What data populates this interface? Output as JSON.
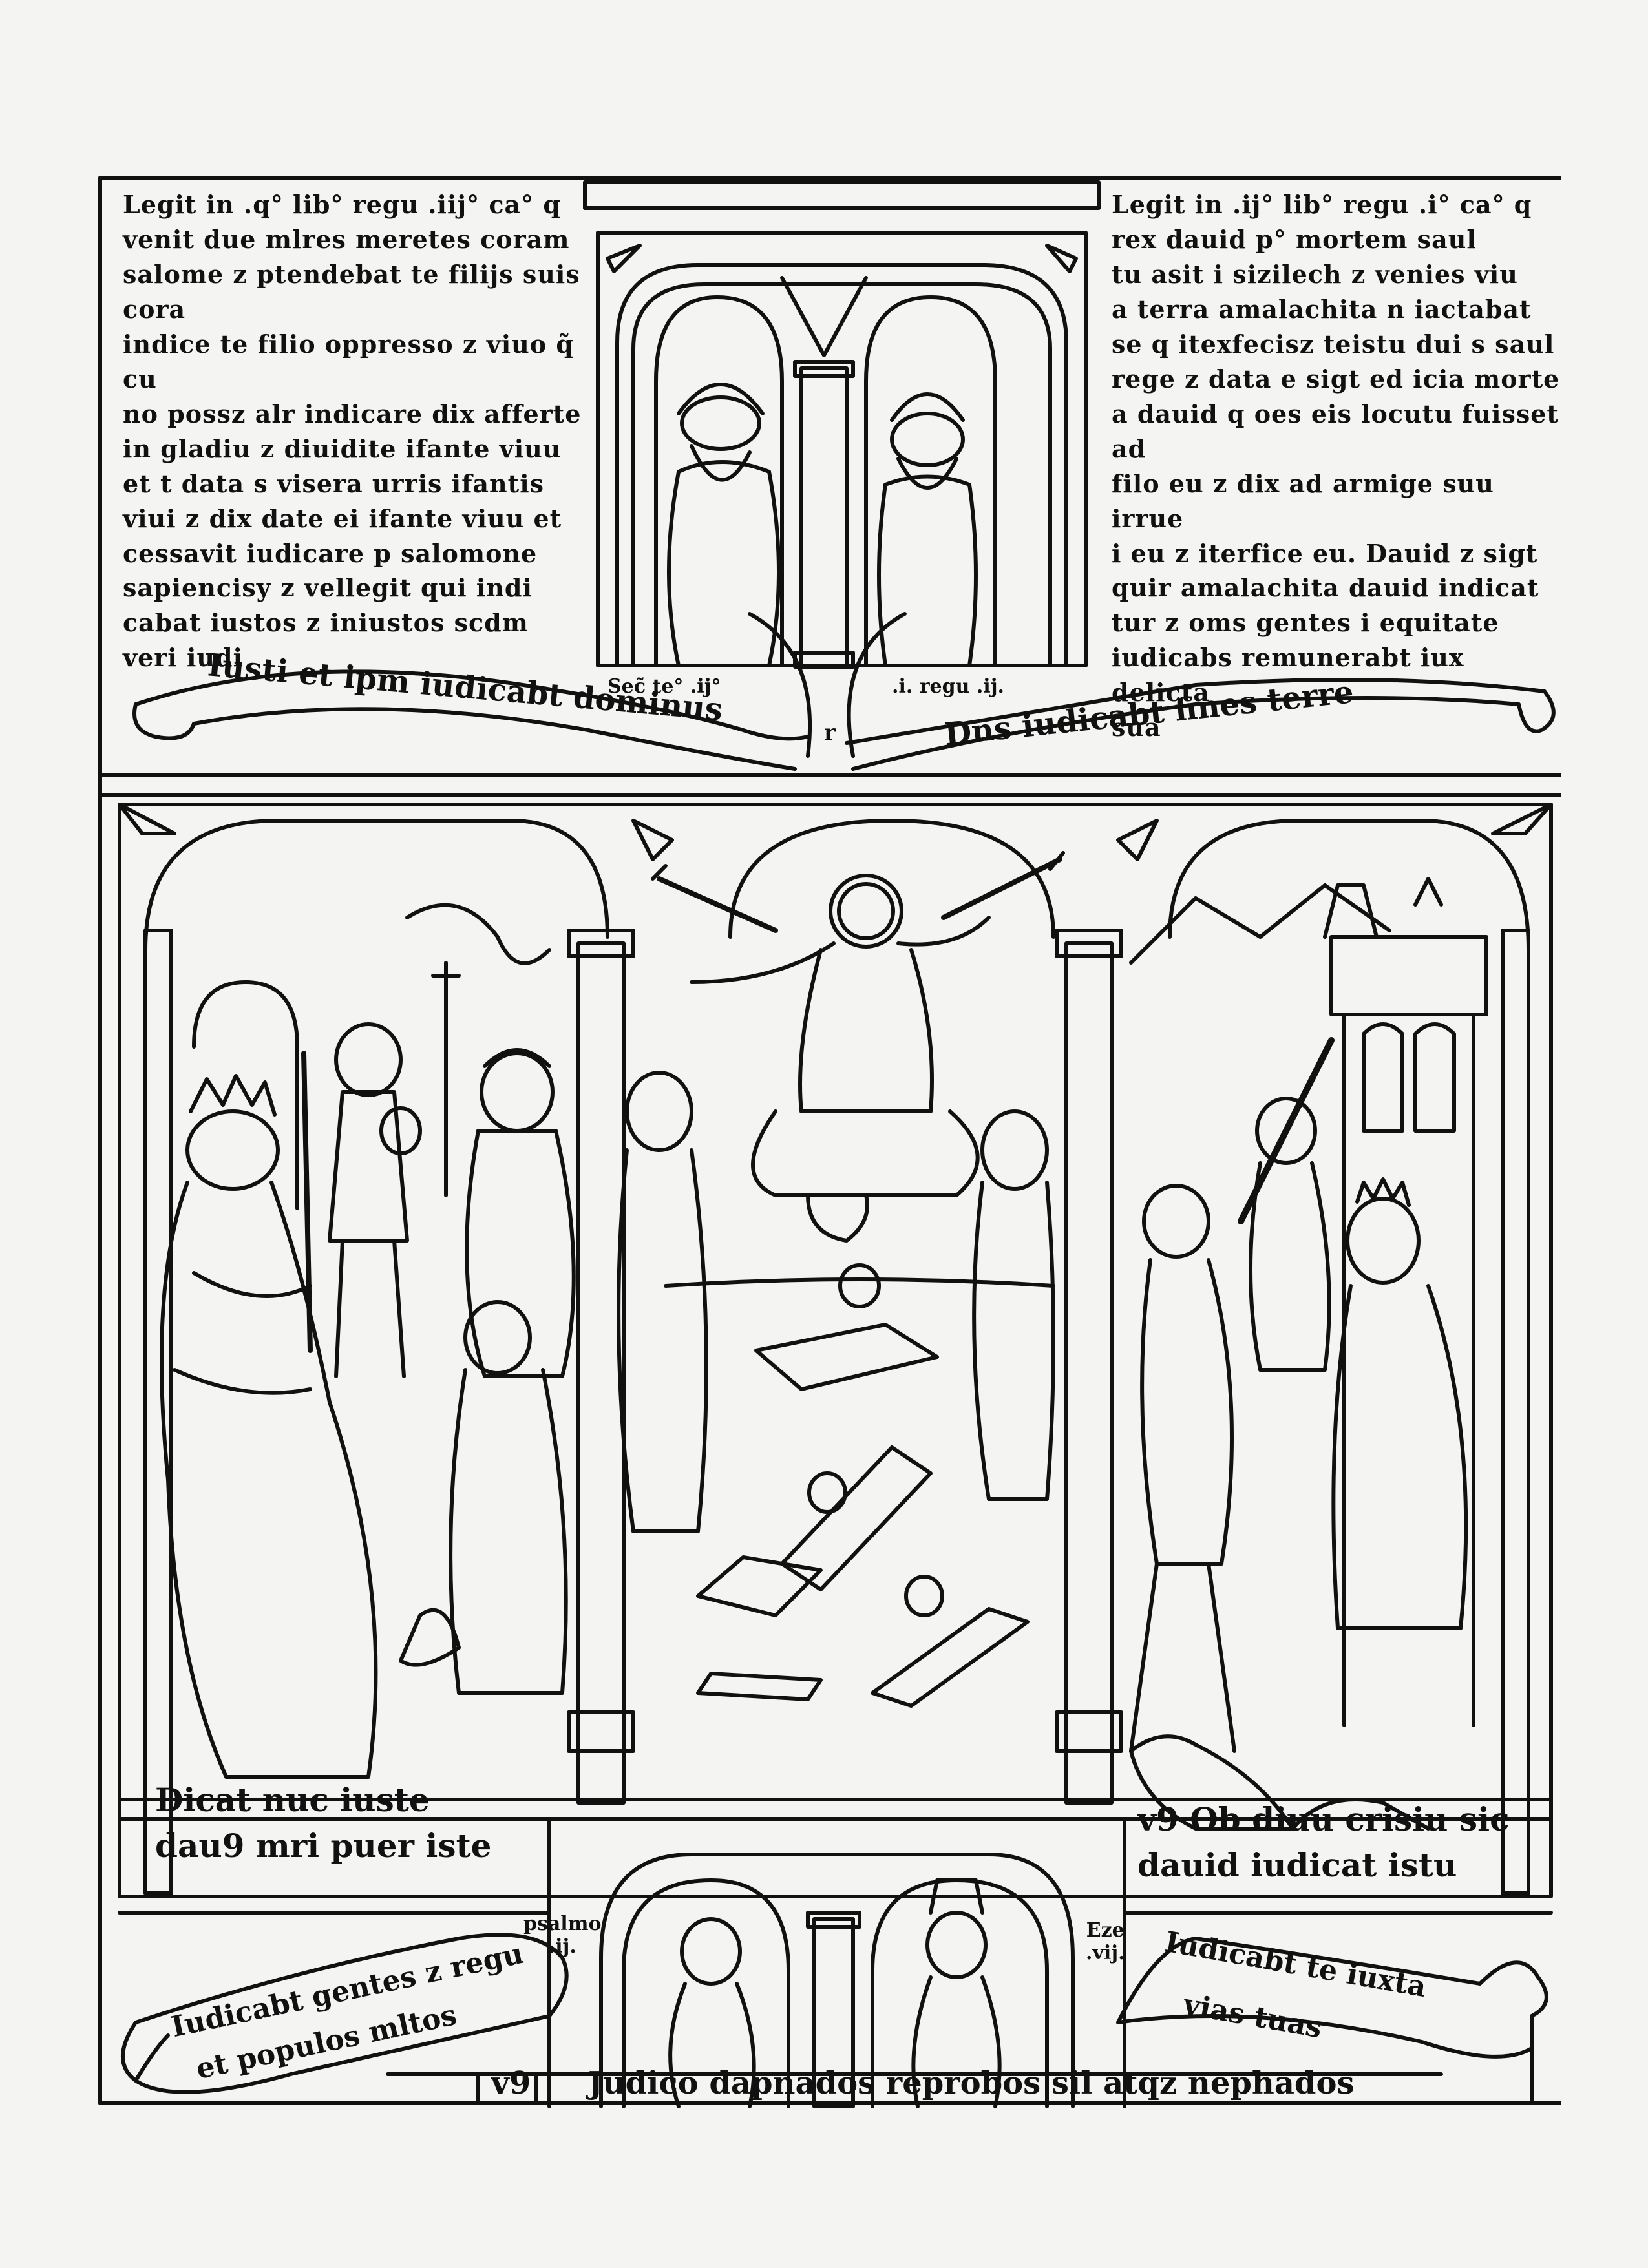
{
  "top": {
    "left_text": "Legit in .q° lib° regu .iij° ca° q\nvenit due mlres meretes coram\nsalome z ptendebat te filijs suis cora\nindice te filio oppresso z viuo q̃ cu\nno possz alr indicare dix afferte\nin gladiu z diuidite ifante viuu\net t data s visera urris ifantis\nviui z dix date ei ifante viuu et\ncessavit iudicare p salomone\nsapiencisy z vellegit qui indi\ncabat iustos z iniustos scdm\nveri iudi",
    "right_text": "Legit in .ij° lib° regu .i° ca° q\nrex dauid p° mortem saul\ntu asit i sizilech z venies viu\na terra amalachita n iactabat\nse q itexfecisz teistu dui s saul\nrege z data e sigt ed icia morte\na dauid q oes eis locutu fuisset ad\nfilo eu z dix ad armige suu irrue\ni eu z iterfice eu. Dauid z sigt\nquir amalachita dauid indicat\ntur z oms gentes i equitate\niudicabs remunerabt iux delicta\nsua",
    "label_left": "Sec̃ te° .ij°",
    "label_right": ".i. regu .ij.",
    "banner_left": "Iusti et ipm iudicabt dominus",
    "banner_mid": "r",
    "banner_right": "Dns iudicabt fines terre"
  },
  "bottom": {
    "left_text": "Dicat nuc iuste\ndau9 mri puer iste",
    "right_text": "v9 Ob diuu crisiu sic\ndauid iudicat istu",
    "banner_left_1": "Iudicabt gentes z regu",
    "banner_left_2": "et populos mltos",
    "label_left": "psalmo\n.ij.",
    "label_right": "Eze\n.vij.",
    "banner_right_1": "Iudicabt te iuxta",
    "banner_right_2": "vias tuas",
    "footer_prefix": "v9",
    "footer_text": "Judico dapnados reprobos sil atqz nephados"
  }
}
